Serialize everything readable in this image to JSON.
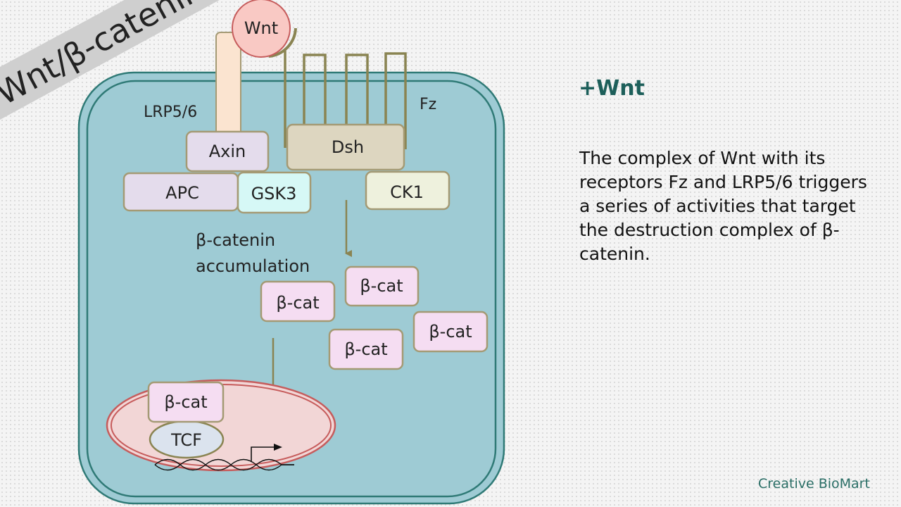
{
  "banner": {
    "title": "Wnt/β-catenin"
  },
  "diagram": {
    "ligand": "Wnt",
    "receptor_lrp": "LRP5/6",
    "receptor_fz": "Fz",
    "axin": "Axin",
    "dsh": "Dsh",
    "apc": "APC",
    "gsk3": "GSK3",
    "ck1": "CK1",
    "accumulation_line1": "β-catenin",
    "accumulation_line2": "accumulation",
    "bcat": "β-cat",
    "tcf": "TCF"
  },
  "panel": {
    "heading": "+Wnt",
    "description": "The complex of Wnt with its receptors Fz and LRP5/6 triggers a series of activities that target the destruction complex of β-catenin."
  },
  "footer": {
    "brand": "Creative BioMart"
  },
  "colors": {
    "cell_fill": "#9ecbd4",
    "cell_border": "#2f7a76",
    "box_border": "#a49a74",
    "arrow": "#8a8452",
    "nucleus_border": "#c65c5c",
    "wnt_fill": "#f9c9c4"
  }
}
